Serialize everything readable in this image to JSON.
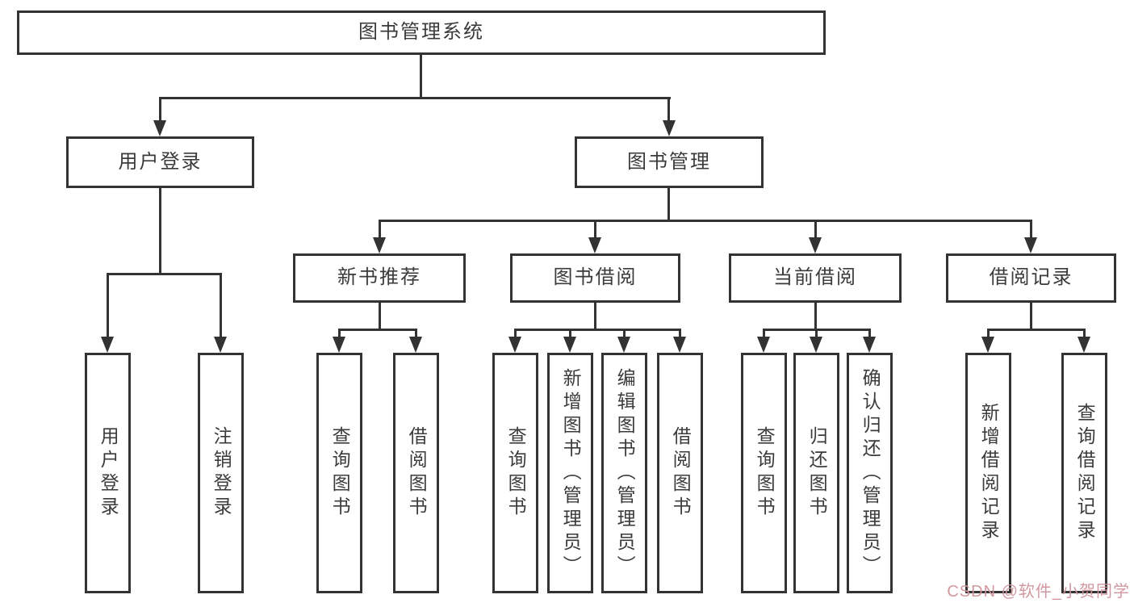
{
  "diagram_type": "hierarchy-tree",
  "colors": {
    "line": "#333333",
    "box_border": "#333333",
    "box_fill": "#ffffff",
    "text": "#3b3b3b",
    "watermark": "#cf939a"
  },
  "icons": {
    "arrowhead": "▼ (solid downward triangle at each connector end)"
  },
  "tree": {
    "label": "图书管理系统",
    "children": [
      {
        "label": "用户登录",
        "children": [
          {
            "label": "用户登录"
          },
          {
            "label": "注销登录"
          }
        ]
      },
      {
        "label": "图书管理",
        "children": [
          {
            "label": "新书推荐",
            "children": [
              {
                "label": "查询图书"
              },
              {
                "label": "借阅图书"
              }
            ]
          },
          {
            "label": "图书借阅",
            "children": [
              {
                "label": "查询图书"
              },
              {
                "label": "新增图书（管理员）"
              },
              {
                "label": "编辑图书（管理员）"
              },
              {
                "label": "借阅图书"
              }
            ]
          },
          {
            "label": "当前借阅",
            "children": [
              {
                "label": "查询图书"
              },
              {
                "label": "归还图书"
              },
              {
                "label": "确认归还（管理员）"
              }
            ]
          },
          {
            "label": "借阅记录",
            "children": [
              {
                "label": "新增借阅记录"
              },
              {
                "label": "查询借阅记录"
              }
            ]
          }
        ]
      }
    ]
  },
  "watermark": {
    "text": "CSDN @软件_小贺同学"
  }
}
